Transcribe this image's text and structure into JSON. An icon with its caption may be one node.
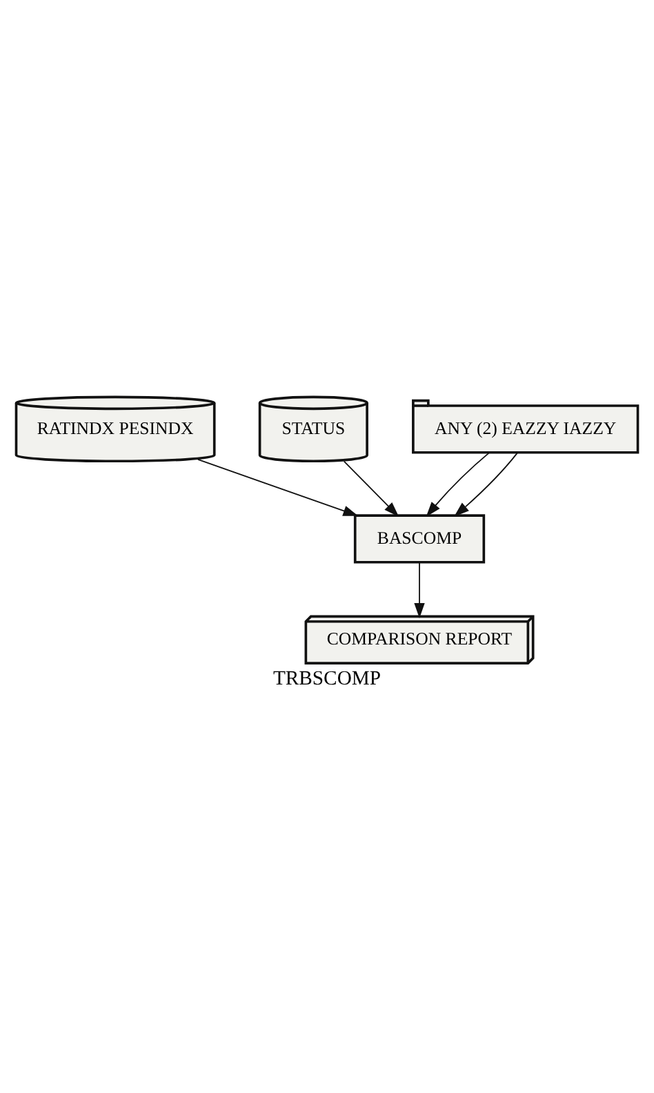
{
  "diagram": {
    "title": "TRBSCOMP",
    "nodes": [
      {
        "text": [
          "RATINDX PESINDX"
        ]
      },
      {
        "text": [
          "STATUS"
        ]
      },
      {
        "text": [
          "ANY (2) EAZZY IAZZY"
        ]
      },
      {
        "text": [
          "BASCOMP"
        ]
      },
      {
        "text": [
          "COMPARISON REPORT"
        ]
      }
    ],
    "edges": [
      {
        "from": 0,
        "to": 3,
        "arrow": "to"
      },
      {
        "from": 1,
        "to": 3,
        "arrow": "to"
      },
      {
        "from": 2,
        "to": 3,
        "arrow": "to"
      },
      {
        "from": 2,
        "to": 3,
        "arrow": "to"
      },
      {
        "from": 3,
        "to": 4,
        "arrow": "to"
      }
    ]
  }
}
